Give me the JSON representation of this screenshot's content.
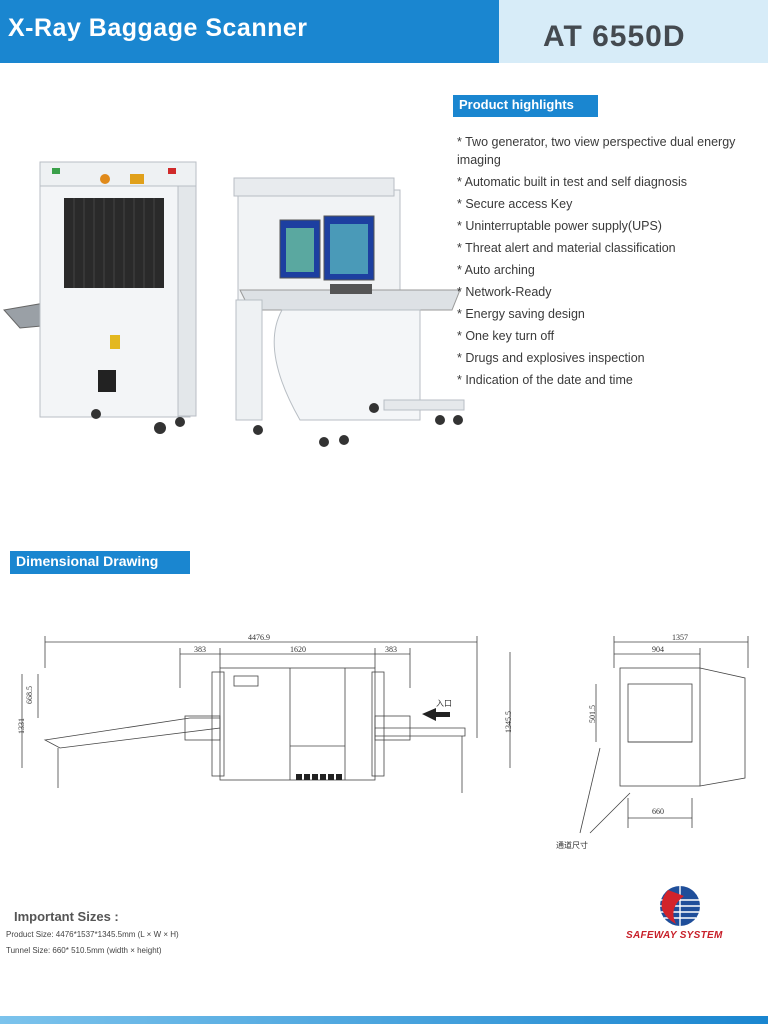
{
  "header": {
    "title": "X-Ray Baggage Scanner",
    "model": "AT 6550D"
  },
  "highlights": {
    "heading": "Product highlights",
    "items": [
      "* Two generator, two view perspective dual energy imaging",
      "* Automatic built in test and self diagnosis",
      "* Secure access Key",
      "* Uninterruptable power supply(UPS)",
      "* Threat alert and material classification",
      "* Auto arching",
      "* Network-Ready",
      "* Energy saving design",
      "* One key turn off",
      "* Drugs and explosives inspection",
      "* Indication of the date and time"
    ]
  },
  "drawing": {
    "heading": "Dimensional Drawing",
    "side": {
      "total_length": "4476.9",
      "left_seg": "383",
      "mid_seg": "1620",
      "right_seg": "383",
      "height_total": "1331",
      "height_inner": "668.5",
      "height_right": "1345.5",
      "entry_label": "入口"
    },
    "front": {
      "width_total": "1357",
      "width_inner": "904",
      "height_tunnel": "501.5",
      "tunnel_width": "660",
      "tunnel_label": "通道尺寸"
    }
  },
  "sizes": {
    "heading": "Important Sizes :",
    "product": "Product Size: 4476*1537*1345.5mm (L × W × H)",
    "tunnel": "Tunnel Size: 660* 510.5mm (width × height)"
  },
  "logo": {
    "text": "SAFEWAY SYSTEM"
  },
  "colors": {
    "brand_blue": "#1a86d0",
    "logo_red": "#c8202a"
  }
}
